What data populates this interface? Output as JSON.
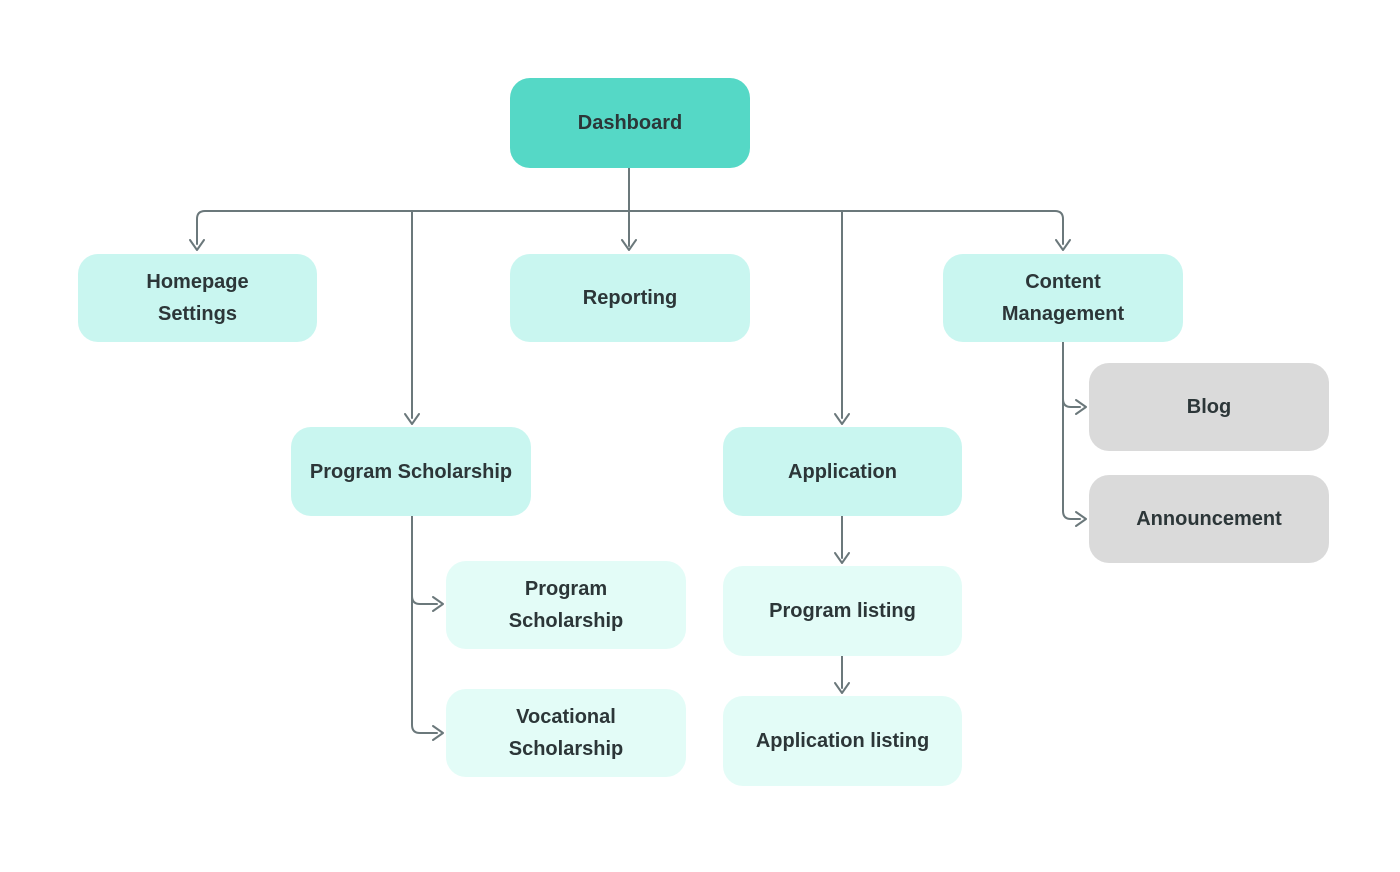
{
  "diagram_title": "Dashboard sitemap flowchart",
  "colors": {
    "node_primary": "#55D8C6",
    "node_secondary": "#C9F6F0",
    "node_tertiary": "#E3FCF7",
    "node_gray": "#DADADA",
    "connector": "#6b787b",
    "text": "#2c3638",
    "background": "#ffffff"
  },
  "nodes": {
    "dashboard": {
      "label": "Dashboard"
    },
    "homepage_settings": {
      "label": "Homepage\nSettings"
    },
    "reporting": {
      "label": "Reporting"
    },
    "content_management": {
      "label": "Content\nManagement"
    },
    "program_scholarship": {
      "label": "Program Scholarship"
    },
    "application": {
      "label": "Application"
    },
    "blog": {
      "label": "Blog"
    },
    "announcement": {
      "label": "Announcement"
    },
    "program_scholarship_sub": {
      "label": "Program\nScholarship"
    },
    "vocational_scholarship": {
      "label": "Vocational\nScholarship"
    },
    "program_listing": {
      "label": "Program listing"
    },
    "application_listing": {
      "label": "Application listing"
    }
  },
  "edges": [
    {
      "from": "Dashboard",
      "to": "Homepage Settings"
    },
    {
      "from": "Dashboard",
      "to": "Reporting"
    },
    {
      "from": "Dashboard",
      "to": "Content Management"
    },
    {
      "from": "Dashboard",
      "to": "Program Scholarship"
    },
    {
      "from": "Dashboard",
      "to": "Application"
    },
    {
      "from": "Content Management",
      "to": "Blog"
    },
    {
      "from": "Content Management",
      "to": "Announcement"
    },
    {
      "from": "Program Scholarship",
      "to": "Program Scholarship"
    },
    {
      "from": "Program Scholarship",
      "to": "Vocational Scholarship"
    },
    {
      "from": "Application",
      "to": "Program listing"
    },
    {
      "from": "Program listing",
      "to": "Application listing"
    }
  ]
}
